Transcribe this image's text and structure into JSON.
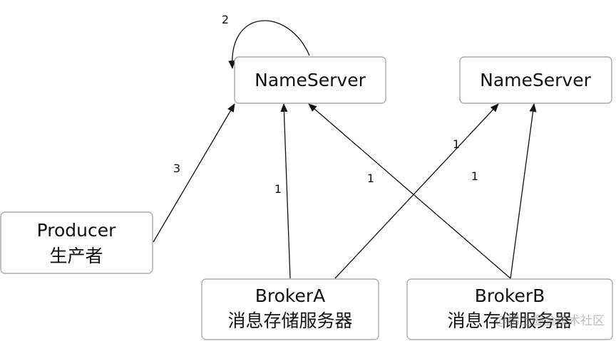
{
  "nodes": {
    "nameserver_1": {
      "label": "NameServer"
    },
    "nameserver_2": {
      "label": "NameServer"
    },
    "producer": {
      "line1": "Producer",
      "line2": "生产者"
    },
    "broker_a": {
      "line1": "BrokerA",
      "line2": "消息存储服务器"
    },
    "broker_b": {
      "line1": "BrokerB",
      "line2": "消息存储服务器"
    }
  },
  "edges": {
    "self_loop_label": "2",
    "producer_to_ns1_label": "3",
    "brokera_to_ns1_label": "1",
    "brokera_to_ns2_label": "1",
    "brokerb_to_ns1_label": "1",
    "brokerb_to_ns2_label": "1"
  },
  "watermark": "@稀土掘金技术社区",
  "colors": {
    "box_stroke": "#9a9a9a",
    "line": "#111111",
    "text": "#111111"
  }
}
